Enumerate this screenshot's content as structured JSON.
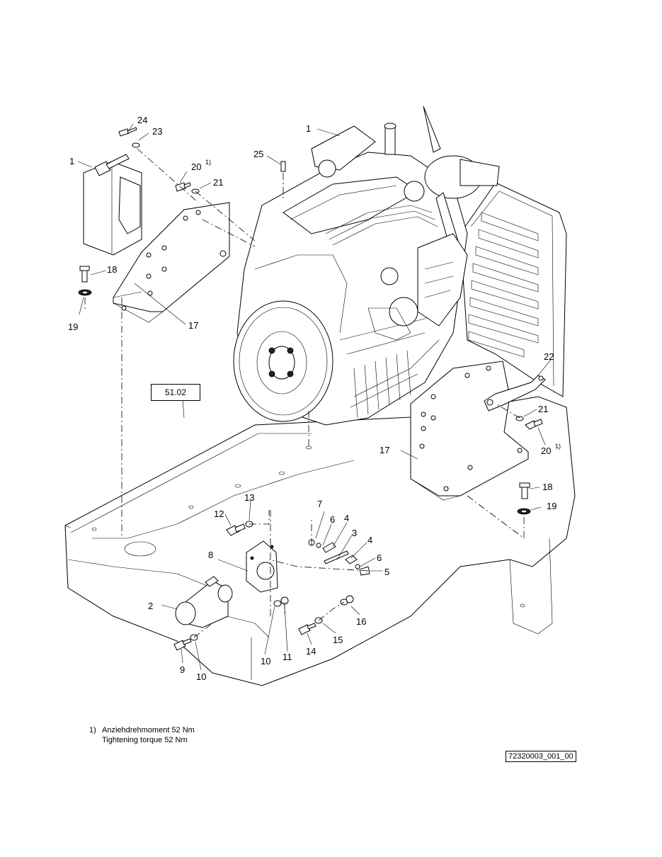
{
  "callouts": {
    "c1_tank": "1",
    "c1_engine": "1",
    "c2": "2",
    "c3": "3",
    "c4a": "4",
    "c4b": "4",
    "c5": "5",
    "c6a": "6",
    "c6b": "6",
    "c7": "7",
    "c8": "8",
    "c9": "9",
    "c10a": "10",
    "c10b": "10",
    "c11": "11",
    "c12": "12",
    "c13": "13",
    "c14": "14",
    "c15": "15",
    "c16": "16",
    "c17a": "17",
    "c17b": "17",
    "c18a": "18",
    "c18b": "18",
    "c19a": "19",
    "c19b": "19",
    "c20a": "20",
    "c20b": "20",
    "c21a": "21",
    "c21b": "21",
    "c22": "22",
    "c23": "23",
    "c24": "24",
    "c25": "25",
    "note_marker": "1)"
  },
  "reference_box": "51.02",
  "footnote": {
    "marker": "1)",
    "line_de": "Anziehdrehmoment 52 Nm",
    "line_en": "Tightening torque 52 Nm"
  },
  "drawing_id": "72320003_001_00"
}
